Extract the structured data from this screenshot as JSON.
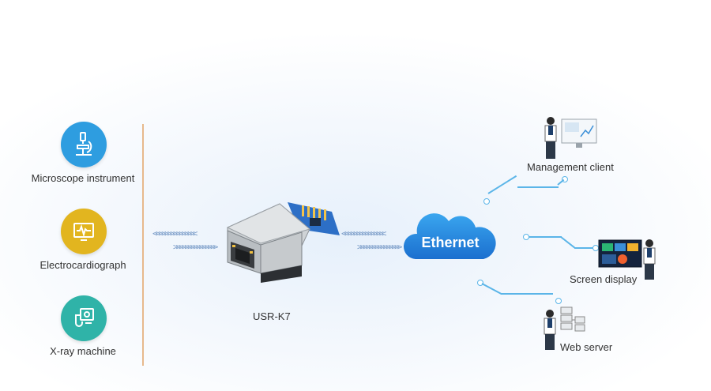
{
  "devices": [
    {
      "label": "Microscope instrument",
      "icon": "microscope-icon",
      "color": "#2e9de0"
    },
    {
      "label": "Electrocardiograph",
      "icon": "ecg-monitor-icon",
      "color": "#e2b51f"
    },
    {
      "label": "X-ray machine",
      "icon": "xray-machine-icon",
      "color": "#2fb3a8"
    }
  ],
  "module": {
    "label": "USR-K7"
  },
  "network": {
    "label": "Ethernet"
  },
  "clients": [
    {
      "label": "Management client",
      "icon": "management-client-icon"
    },
    {
      "label": "Screen display",
      "icon": "screen-display-icon"
    },
    {
      "label": "Web server",
      "icon": "web-server-icon"
    }
  ],
  "arrows": {
    "left": "<<<<<<<<<<<<<<<",
    "right": ">>>>>>>>>>>>>>>"
  }
}
